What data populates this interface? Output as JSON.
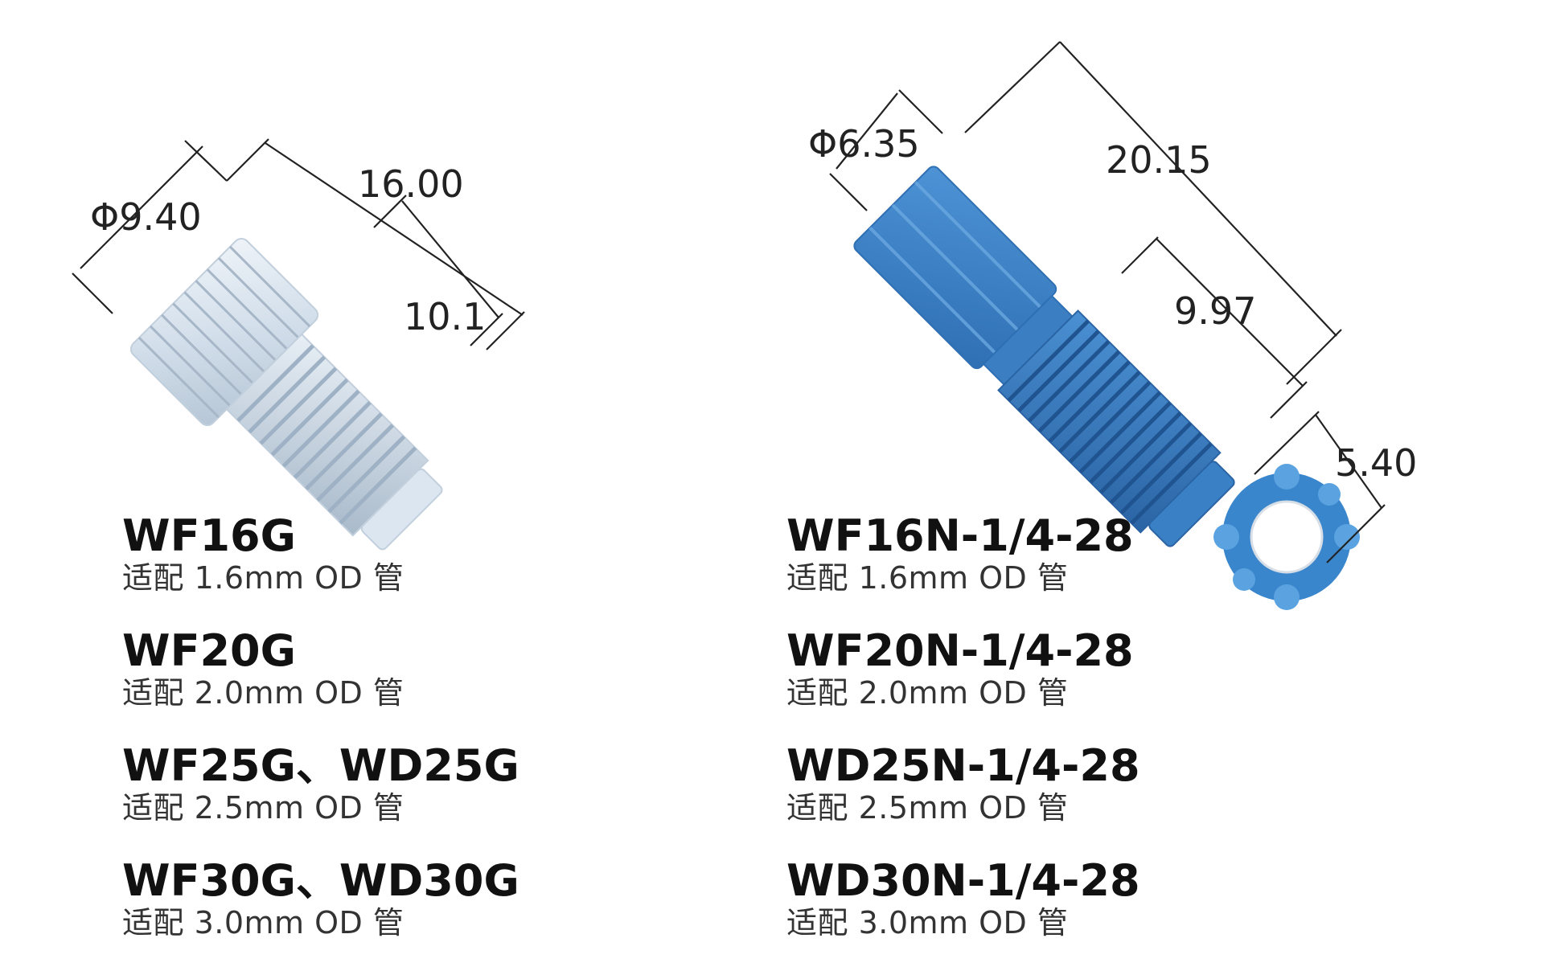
{
  "diagram": {
    "left_part": {
      "color_body": "#dbe6f1",
      "color_shade": "#aab9c9",
      "dimensions": {
        "head_diameter": "Φ9.40",
        "overall_length": "16.00",
        "thread_length": "10.1"
      }
    },
    "right_part": {
      "color_body": "#3f86c9",
      "color_shade": "#2a62a0",
      "dimensions": {
        "head_diameter": "Φ6.35",
        "overall_length": "20.15",
        "thread_length": "9.97",
        "end_diameter": "5.40"
      }
    }
  },
  "left_list": [
    {
      "name": "WF16G",
      "desc": "适配 1.6mm OD 管"
    },
    {
      "name": "WF20G",
      "desc": "适配 2.0mm OD 管"
    },
    {
      "name": "WF25G、WD25G",
      "desc": "适配 2.5mm OD 管"
    },
    {
      "name": "WF30G、WD30G",
      "desc": "适配 3.0mm OD 管"
    }
  ],
  "right_list": [
    {
      "name": "WF16N-1/4-28",
      "desc": "适配 1.6mm OD 管"
    },
    {
      "name": "WF20N-1/4-28",
      "desc": "适配 2.0mm OD 管"
    },
    {
      "name": "WD25N-1/4-28",
      "desc": "适配 2.5mm OD 管"
    },
    {
      "name": "WD30N-1/4-28",
      "desc": "适配 3.0mm OD 管"
    }
  ]
}
